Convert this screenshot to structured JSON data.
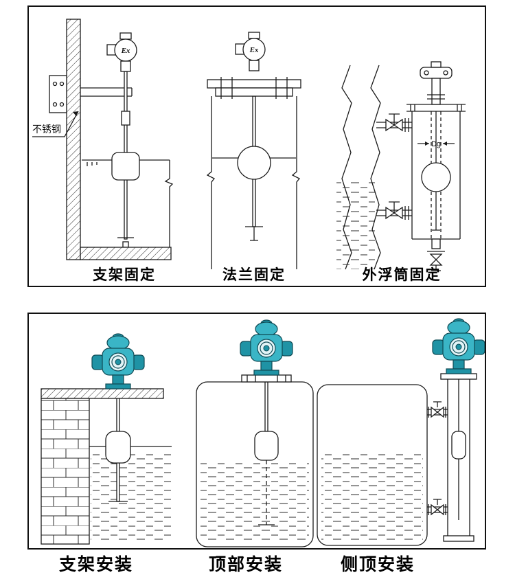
{
  "top_panel": {
    "captions": [
      {
        "label": "支架固定"
      },
      {
        "label": "法兰固定"
      },
      {
        "label": "外浮筒固定"
      }
    ],
    "ex_label": "Ex",
    "stainless_label": "不锈钢",
    "dg_label": "Dg"
  },
  "bottom_panel": {
    "captions": [
      {
        "label": "支架安装"
      },
      {
        "label": "顶部安装"
      },
      {
        "label": "侧顶安装"
      }
    ]
  },
  "colors": {
    "transmitter": "#3ab5c6",
    "transmitter_dark": "#1f93a5",
    "transmitter_face": "#e2f4f7",
    "line": "#1a1a1a"
  }
}
